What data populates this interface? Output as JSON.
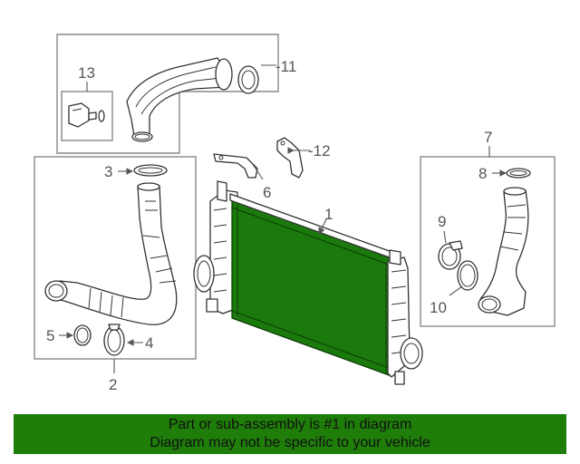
{
  "callouts": {
    "c1": "1",
    "c2": "2",
    "c3": "3",
    "c4": "4",
    "c5": "5",
    "c6": "6",
    "c7": "7",
    "c8": "8",
    "c9": "9",
    "c10": "10",
    "c11": "-11",
    "c12": "-12",
    "c13": "13"
  },
  "banner": {
    "line1": "Part or sub-assembly is #1 in diagram",
    "line2": "Diagram may not be specific to your vehicle"
  },
  "colors": {
    "highlight": "#1f7d0a",
    "outline": "#333333",
    "box": "#888888"
  }
}
